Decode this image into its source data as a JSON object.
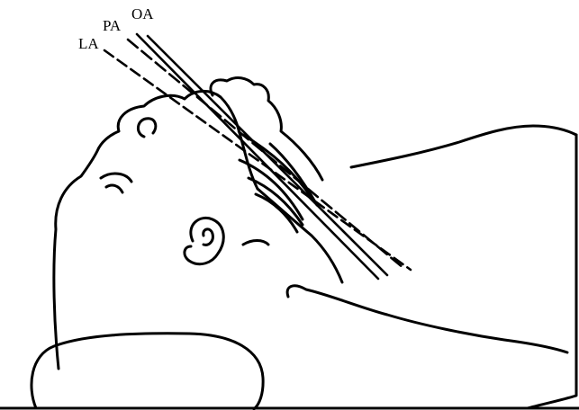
{
  "labels": {
    "la": "LA",
    "pa": "PA",
    "oa": "OA"
  },
  "colors": {
    "stroke": "#000000",
    "background": "#ffffff"
  }
}
